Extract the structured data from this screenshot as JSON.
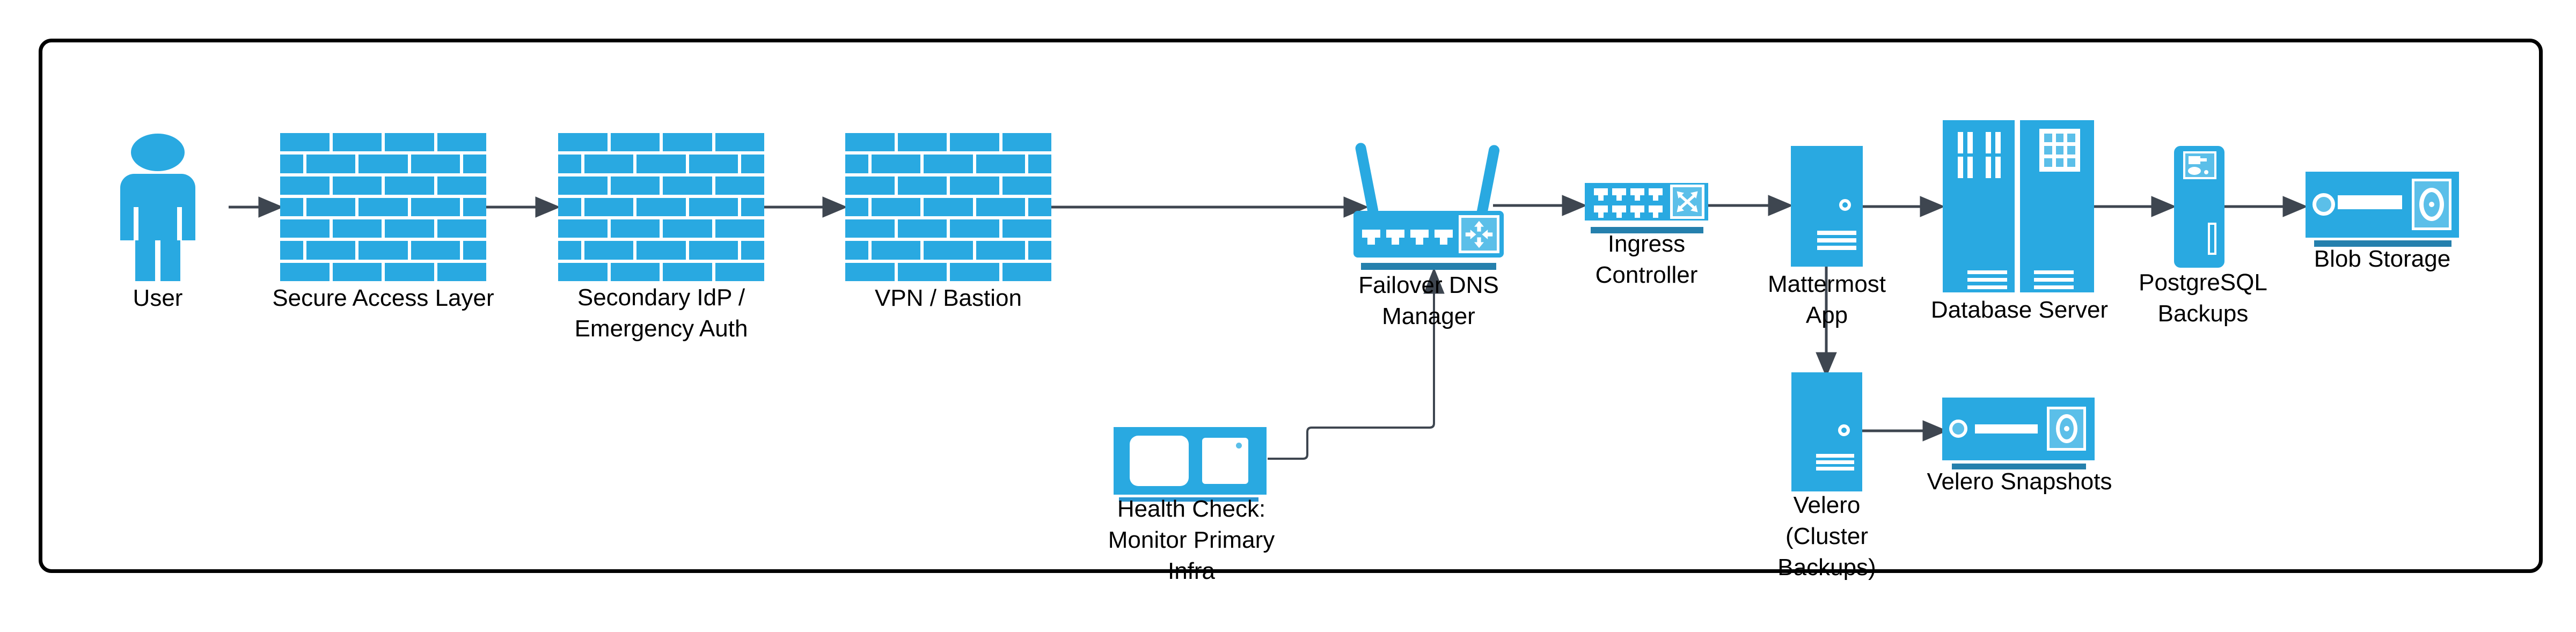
{
  "diagram": {
    "kind": "network-architecture-flow",
    "background": "#ffffff",
    "colors": {
      "node_blue": "#29a9e1",
      "node_blue_light": "#5bbfe9",
      "underline_blue": "#2580ad",
      "connector_gray": "#3e4650",
      "border_black": "#000000"
    },
    "nodes": {
      "user": {
        "label": "User",
        "icon": "person-icon"
      },
      "secure_access_layer": {
        "label": "Secure Access Layer",
        "icon": "firewall-wall-icon"
      },
      "secondary_idp": {
        "label": "Secondary IdP /\nEmergency Auth",
        "icon": "firewall-wall-icon"
      },
      "vpn_bastion": {
        "label": "VPN / Bastion",
        "icon": "firewall-wall-icon"
      },
      "failover_dns": {
        "label": "Failover DNS\nManager",
        "icon": "wireless-router-icon"
      },
      "ingress_controller": {
        "label": "Ingress\nController",
        "icon": "network-switch-icon"
      },
      "mattermost_app": {
        "label": "Mattermost\nApp",
        "icon": "server-tower-icon"
      },
      "database_server": {
        "label": "Database Server",
        "icon": "server-rack-pair-icon"
      },
      "postgresql_backups": {
        "label": "PostgreSQL\nBackups",
        "icon": "backup-server-icon"
      },
      "blob_storage": {
        "label": "Blob Storage",
        "icon": "storage-appliance-icon"
      },
      "health_check": {
        "label": "Health Check:\nMonitor Primary\nInfra",
        "icon": "monitor-pair-icon"
      },
      "velero": {
        "label": "Velero\n(Cluster\nBackups)",
        "icon": "server-tower-icon"
      },
      "velero_snapshots": {
        "label": "Velero Snapshots",
        "icon": "storage-appliance-icon"
      }
    },
    "edges": [
      {
        "from": "user",
        "to": "secure_access_layer"
      },
      {
        "from": "secure_access_layer",
        "to": "secondary_idp"
      },
      {
        "from": "secondary_idp",
        "to": "vpn_bastion"
      },
      {
        "from": "vpn_bastion",
        "to": "failover_dns"
      },
      {
        "from": "failover_dns",
        "to": "ingress_controller"
      },
      {
        "from": "ingress_controller",
        "to": "mattermost_app"
      },
      {
        "from": "mattermost_app",
        "to": "database_server"
      },
      {
        "from": "database_server",
        "to": "postgresql_backups"
      },
      {
        "from": "postgresql_backups",
        "to": "blob_storage"
      },
      {
        "from": "mattermost_app",
        "to": "velero"
      },
      {
        "from": "velero",
        "to": "velero_snapshots"
      },
      {
        "from": "health_check",
        "to": "failover_dns"
      }
    ]
  }
}
